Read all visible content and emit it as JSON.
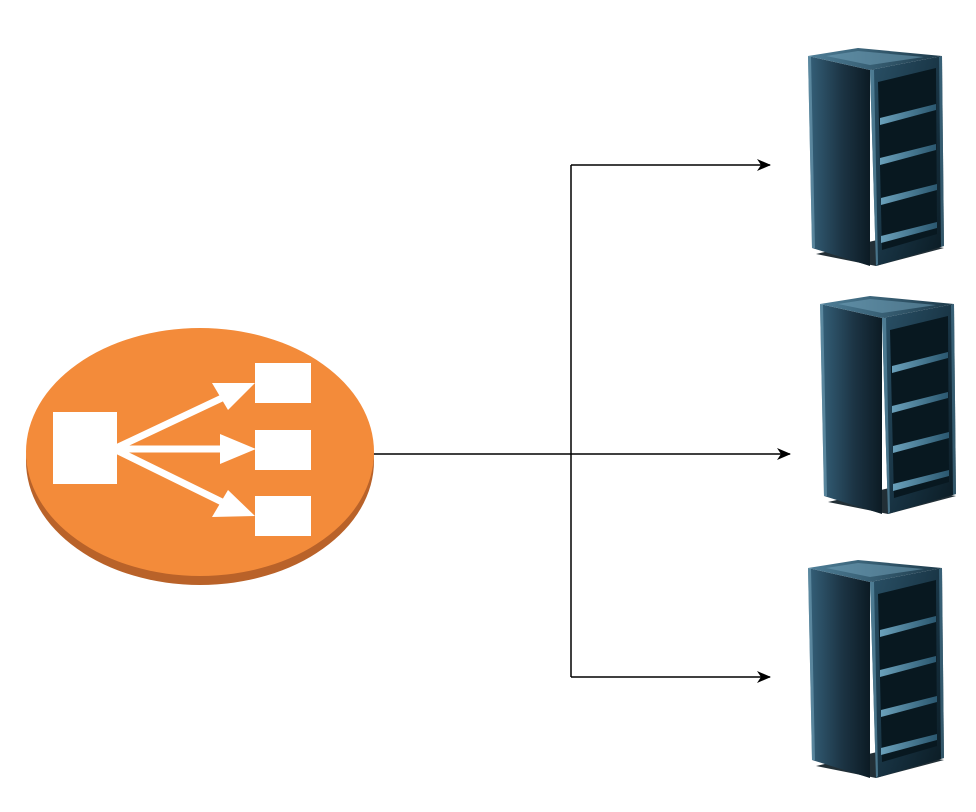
{
  "diagram": {
    "type": "load-balancer-topology",
    "nodes": [
      {
        "id": "load-balancer",
        "icon": "load-balancer-icon"
      },
      {
        "id": "server-1",
        "icon": "server-rack-icon"
      },
      {
        "id": "server-2",
        "icon": "server-rack-icon"
      },
      {
        "id": "server-3",
        "icon": "server-rack-icon"
      }
    ],
    "edges": [
      {
        "from": "load-balancer",
        "to": "server-1"
      },
      {
        "from": "load-balancer",
        "to": "server-2"
      },
      {
        "from": "load-balancer",
        "to": "server-3"
      }
    ]
  },
  "colors": {
    "load_balancer_fill": "#F38B3A",
    "load_balancer_shadow": "#B96229",
    "load_balancer_glyph": "#FFFFFF",
    "connector": "#000000",
    "server_body": "#1F3848",
    "server_dark": "#0B1C25",
    "server_highlight": "#5C8EA6",
    "server_shelf": "#3D6F89"
  }
}
